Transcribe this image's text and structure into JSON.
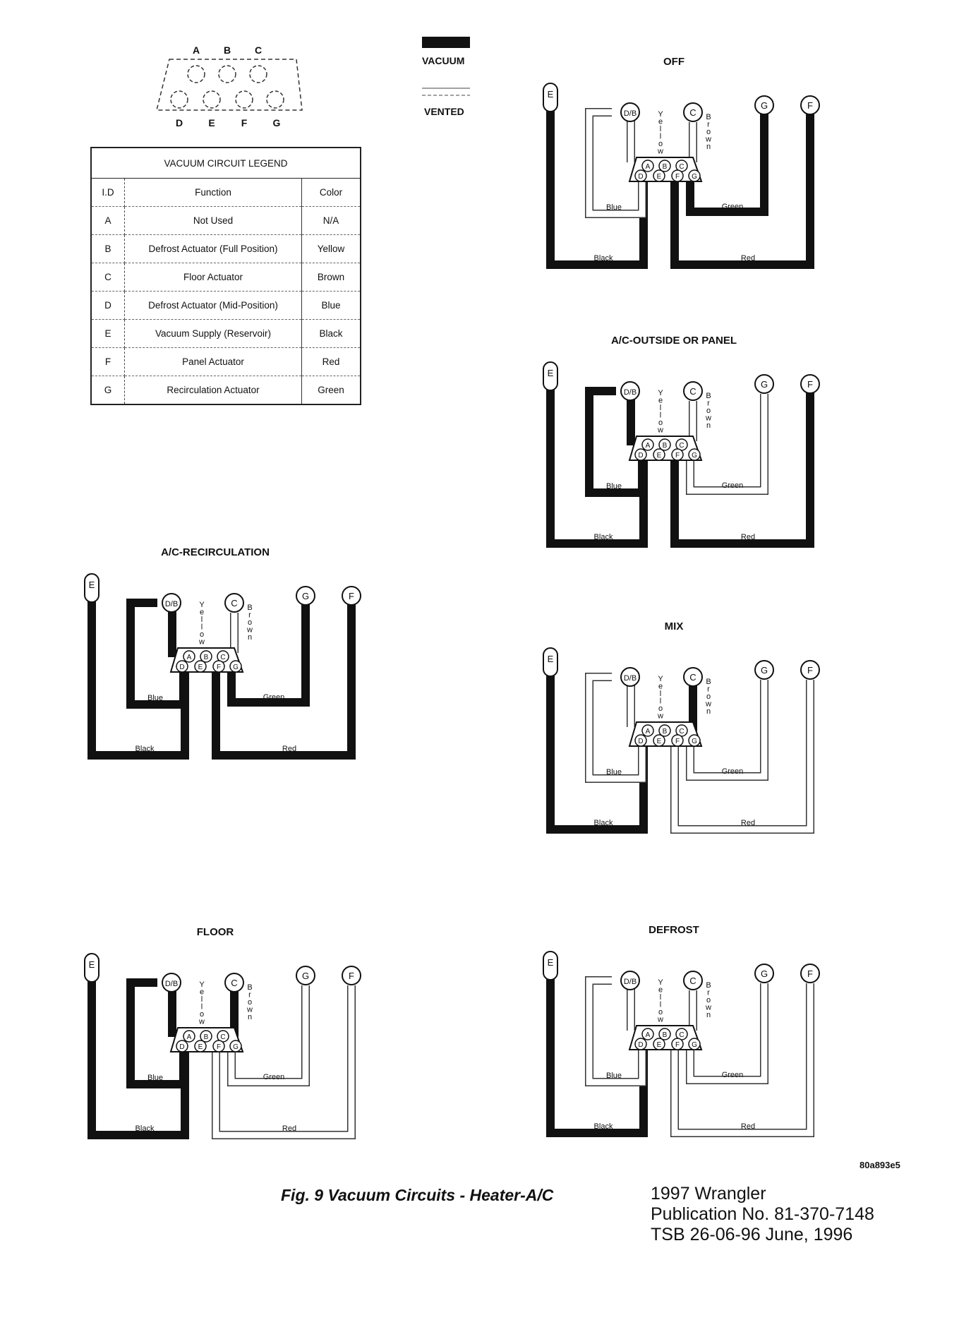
{
  "connector_key": {
    "top_letters": [
      "A",
      "B",
      "C"
    ],
    "bottom_letters": [
      "D",
      "E",
      "F",
      "G"
    ]
  },
  "line_key": {
    "vacuum": "VACUUM",
    "vented": "VENTED"
  },
  "legend": {
    "title": "VACUUM CIRCUIT LEGEND",
    "headers": [
      "I.D",
      "Function",
      "Color"
    ],
    "rows": [
      [
        "A",
        "Not Used",
        "N/A"
      ],
      [
        "B",
        "Defrost Actuator (Full Position)",
        "Yellow"
      ],
      [
        "C",
        "Floor Actuator",
        "Brown"
      ],
      [
        "D",
        "Defrost Actuator (Mid-Position)",
        "Blue"
      ],
      [
        "E",
        "Vacuum Supply (Reservoir)",
        "Black"
      ],
      [
        "F",
        "Panel Actuator",
        "Red"
      ],
      [
        "G",
        "Recirculation Actuator",
        "Green"
      ]
    ]
  },
  "diagram_labels": {
    "E": "E",
    "DB": "D/B",
    "C": "C",
    "G": "G",
    "F": "F",
    "yellow": "Yellow",
    "brown": "Brown",
    "blue": "Blue",
    "green": "Green",
    "black": "Black",
    "red": "Red",
    "ports_top": [
      "A",
      "B",
      "C"
    ],
    "ports_bottom": [
      "D",
      "E",
      "F",
      "G"
    ]
  },
  "diagrams": [
    {
      "title": "OFF",
      "vacuum": {
        "E": true,
        "DB": false,
        "C": false,
        "G": true,
        "F": true
      }
    },
    {
      "title": "A/C-OUTSIDE OR PANEL",
      "vacuum": {
        "E": true,
        "DB": true,
        "C": false,
        "G": false,
        "F": true
      }
    },
    {
      "title": "A/C-RECIRCULATION",
      "vacuum": {
        "E": true,
        "DB": true,
        "C": false,
        "G": true,
        "F": true
      }
    },
    {
      "title": "MIX",
      "vacuum": {
        "E": true,
        "DB": false,
        "C": true,
        "G": false,
        "F": false
      }
    },
    {
      "title": "FLOOR",
      "vacuum": {
        "E": true,
        "DB": true,
        "C": true,
        "G": false,
        "F": false
      }
    },
    {
      "title": "DEFROST",
      "vacuum": {
        "E": true,
        "DB": false,
        "C": false,
        "G": false,
        "F": false
      }
    }
  ],
  "image_code": "80a893e5",
  "figure_caption": "Fig. 9 Vacuum Circuits - Heater-A/C",
  "publication": {
    "line1": "1997 Wrangler",
    "line2": "Publication No. 81-370-7148",
    "line3": "TSB 26-06-96   June, 1996"
  },
  "colors": {
    "vacuum_line": "#111111",
    "vented_line": "#ffffff",
    "background": "#ffffff"
  }
}
